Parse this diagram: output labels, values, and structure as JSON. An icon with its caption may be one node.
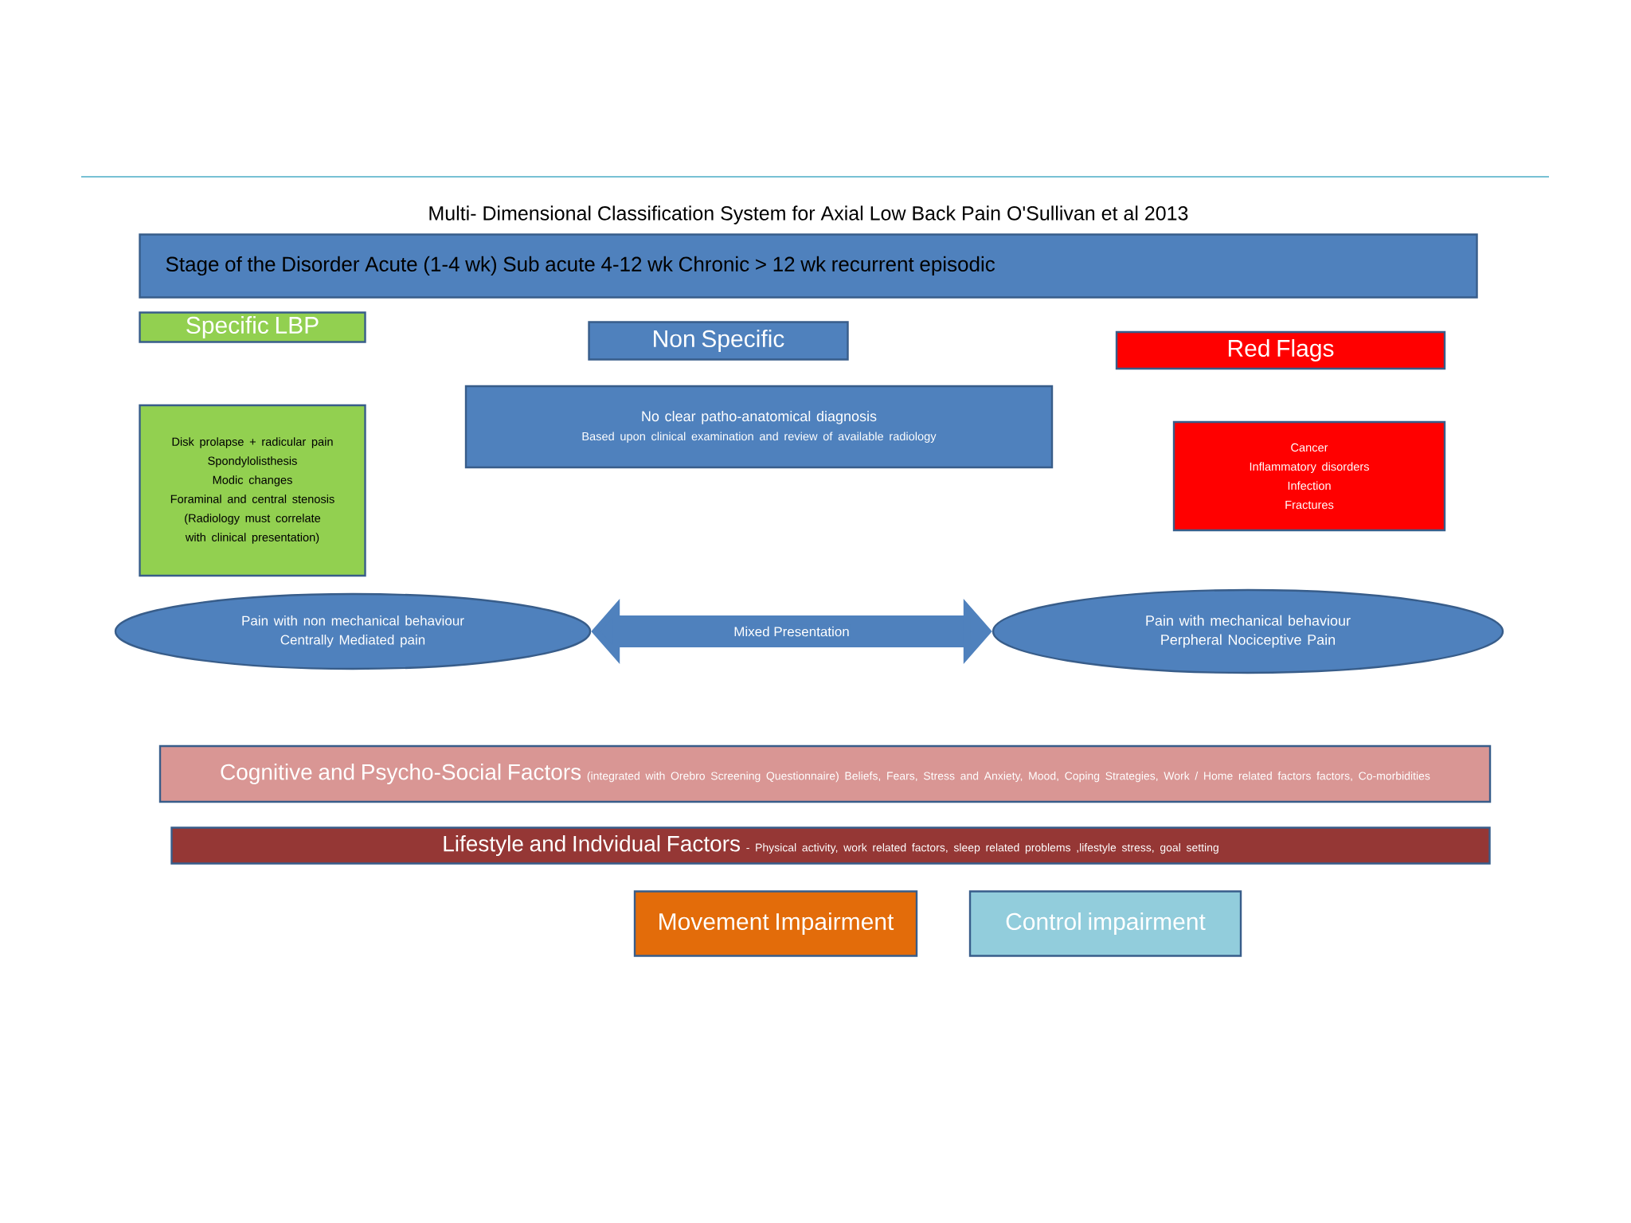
{
  "diagram": {
    "title": "Multi- Dimensional  Classification System for Axial Low Back Pain  O'Sullivan et al 2013",
    "nodes": [
      {
        "text": [
          "Stage of the Disorder  Acute  (1-4 wk) Sub acute 4-12 wk Chronic  > 12 wk recurrent  episodic"
        ]
      },
      {
        "text": [
          "Specific LBP"
        ]
      },
      {
        "text": [
          "Non Specific"
        ]
      },
      {
        "text": [
          "Red Flags"
        ]
      },
      {
        "text": [
          "Disk prolapse + radicular pain",
          "Spondylolisthesis",
          "Modic changes",
          "Foraminal and central stenosis",
          "(Radiology must correlate with clinical presentation)"
        ]
      },
      {
        "text": [
          "No  clear patho-anatomical diagnosis",
          "Based upon clinical examination and review of available radiology"
        ]
      },
      {
        "text": [
          "Cancer",
          "Inflammatory disorders",
          "Infection",
          "Fractures"
        ]
      },
      {
        "text": [
          "Pain with non mechanical behaviour",
          "Centrally Mediated  pain"
        ]
      },
      {
        "text": [
          "Pain with mechanical behaviour",
          "Perpheral Nociceptive Pain"
        ]
      },
      {
        "text": [
          "Cognitive and Psycho-Social Factors",
          "(integrated with Orebro Screening Questionnaire) Beliefs, Fears, Stress and Anxiety, Mood, Coping Strategies, Work / Home related factors factors, Co-morbidities"
        ]
      },
      {
        "text": [
          "Lifestyle and Indvidual Factors",
          "- Physical activity, work related factors, sleep related problems ,lifestyle stress, goal setting"
        ]
      },
      {
        "text": [
          "Movement Impairment"
        ]
      },
      {
        "text": [
          "Control impairment"
        ]
      }
    ],
    "edges": [
      {
        "from": 7,
        "to": 8,
        "arrow": "both",
        "label": "Mixed Presentation"
      }
    ]
  }
}
